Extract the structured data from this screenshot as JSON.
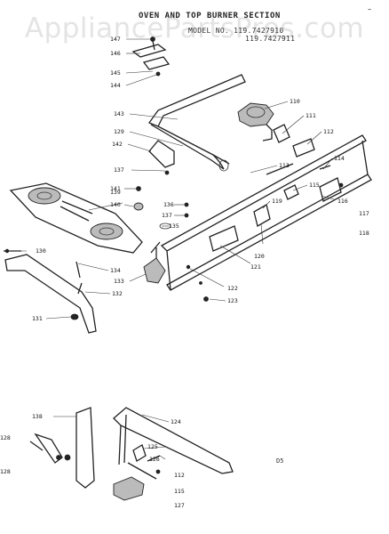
{
  "header": {
    "title": "OVEN AND TOP BURNER SECTION",
    "model_line_1": "MODEL NO. 119.7427910",
    "model_line_2": "119.7427911"
  },
  "watermark": "AppliancePartsPros.com",
  "corner_marks": {
    "top_right": "~",
    "bottom_right": "D5"
  },
  "callouts": [
    {
      "id": "c147",
      "text": "147"
    },
    {
      "id": "c146",
      "text": "146"
    },
    {
      "id": "c145",
      "text": "145"
    },
    {
      "id": "c144",
      "text": "144"
    },
    {
      "id": "c143",
      "text": "143"
    },
    {
      "id": "c110",
      "text": "110"
    },
    {
      "id": "c111",
      "text": "111"
    },
    {
      "id": "c112",
      "text": "112"
    },
    {
      "id": "c129",
      "text": "129"
    },
    {
      "id": "c142",
      "text": "142"
    },
    {
      "id": "c113",
      "text": "113"
    },
    {
      "id": "c114",
      "text": "114"
    },
    {
      "id": "c137a",
      "text": "137"
    },
    {
      "id": "c141",
      "text": "141"
    },
    {
      "id": "c115",
      "text": "115"
    },
    {
      "id": "c139",
      "text": "139"
    },
    {
      "id": "c116",
      "text": "116"
    },
    {
      "id": "c119",
      "text": "119"
    },
    {
      "id": "c140",
      "text": "140"
    },
    {
      "id": "c136",
      "text": "136"
    },
    {
      "id": "c137b",
      "text": "137"
    },
    {
      "id": "c117",
      "text": "117"
    },
    {
      "id": "c135",
      "text": "135"
    },
    {
      "id": "c118",
      "text": "118"
    },
    {
      "id": "c130",
      "text": "130"
    },
    {
      "id": "c120",
      "text": "120"
    },
    {
      "id": "c121",
      "text": "121"
    },
    {
      "id": "c134",
      "text": "134"
    },
    {
      "id": "c133",
      "text": "133"
    },
    {
      "id": "c122",
      "text": "122"
    },
    {
      "id": "c132",
      "text": "132"
    },
    {
      "id": "c123",
      "text": "123"
    },
    {
      "id": "c131",
      "text": "131"
    },
    {
      "id": "c138",
      "text": "138"
    },
    {
      "id": "c124",
      "text": "124"
    },
    {
      "id": "c128a",
      "text": "128"
    },
    {
      "id": "c125",
      "text": "125"
    },
    {
      "id": "c126",
      "text": "126"
    },
    {
      "id": "c128b",
      "text": "128"
    },
    {
      "id": "c112b",
      "text": "112"
    },
    {
      "id": "c115b",
      "text": "115"
    },
    {
      "id": "c127",
      "text": "127"
    }
  ]
}
